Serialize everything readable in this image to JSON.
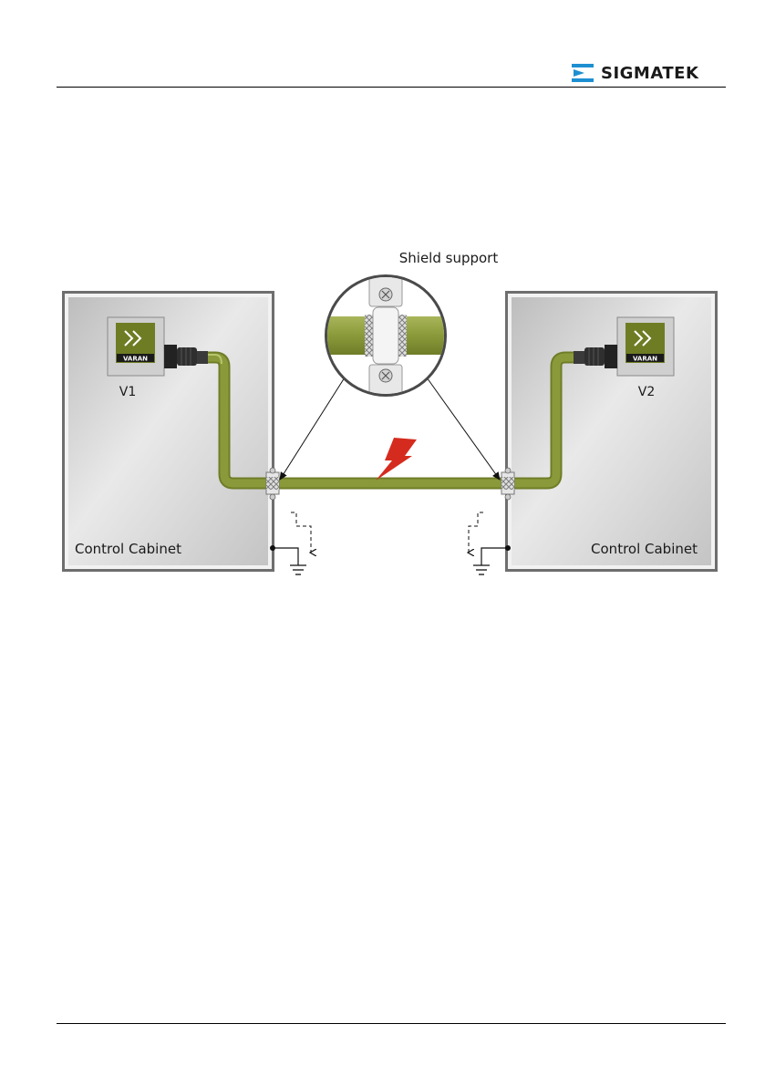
{
  "header": {
    "brand": "SIGMATEK",
    "accent_color": "#1d8fd1"
  },
  "diagram": {
    "callout_title": "Shield support",
    "left_cabinet": {
      "device_label": "V1",
      "cabinet_label": "Control Cabinet",
      "badge_text": "VARAN"
    },
    "right_cabinet": {
      "device_label": "V2",
      "cabinet_label": "Control Cabinet",
      "badge_text": "VARAN"
    },
    "colors": {
      "cable": "#8a9a3a",
      "cabinet_fill": "#d6d6d6",
      "interference": "#d52b1e"
    }
  }
}
